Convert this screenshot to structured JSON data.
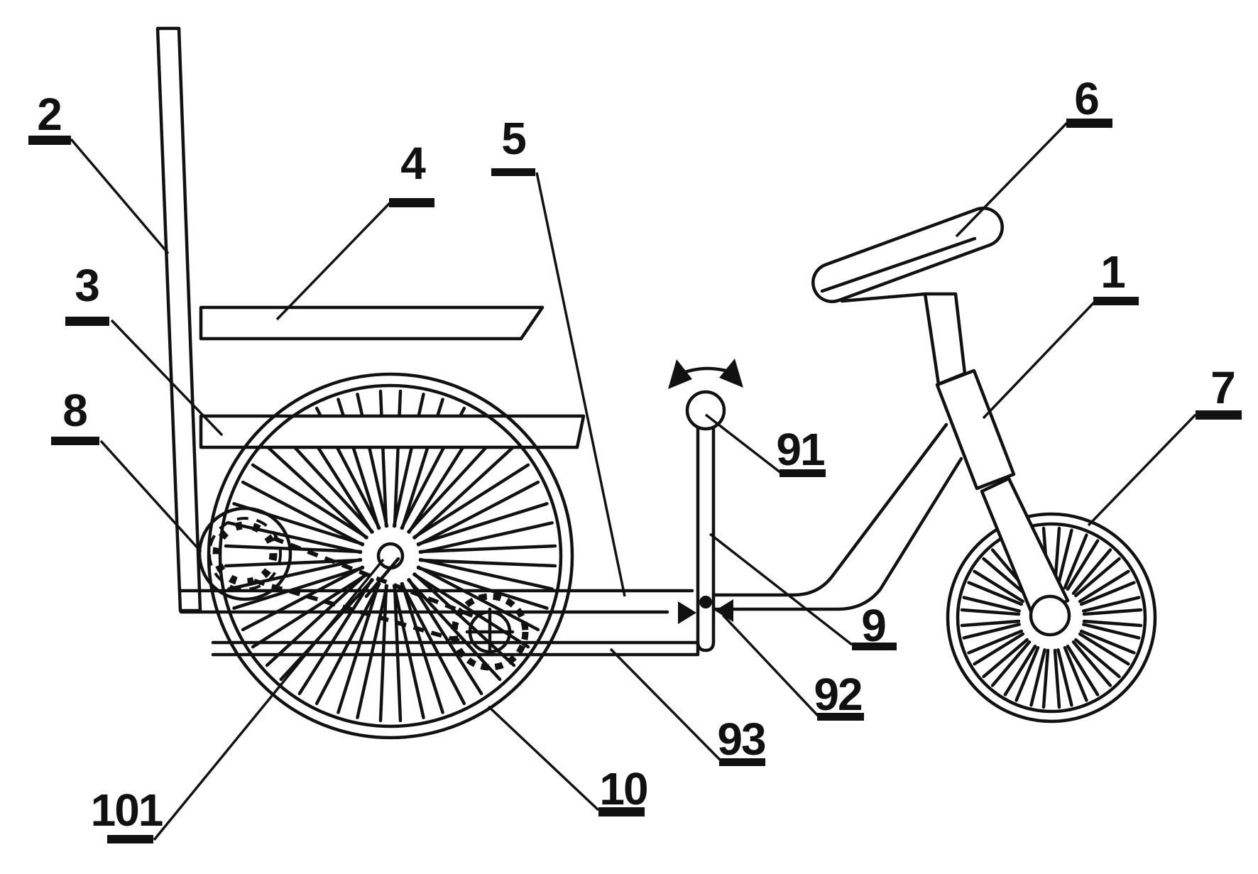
{
  "figure": {
    "background_color": "#ffffff",
    "ink_color": "#111111",
    "reference_labels": [
      {
        "text": "2"
      },
      {
        "text": "3"
      },
      {
        "text": "8"
      },
      {
        "text": "4"
      },
      {
        "text": "5"
      },
      {
        "text": "6"
      },
      {
        "text": "1"
      },
      {
        "text": "7"
      },
      {
        "text": "91"
      },
      {
        "text": "9"
      },
      {
        "text": "92"
      },
      {
        "text": "93"
      },
      {
        "text": "10"
      },
      {
        "text": "101"
      }
    ],
    "icons": {
      "rotation_arrow": "double-headed-curved-arrow",
      "pivot_marker": "filled-dot-with-opposing-arrowheads"
    }
  }
}
